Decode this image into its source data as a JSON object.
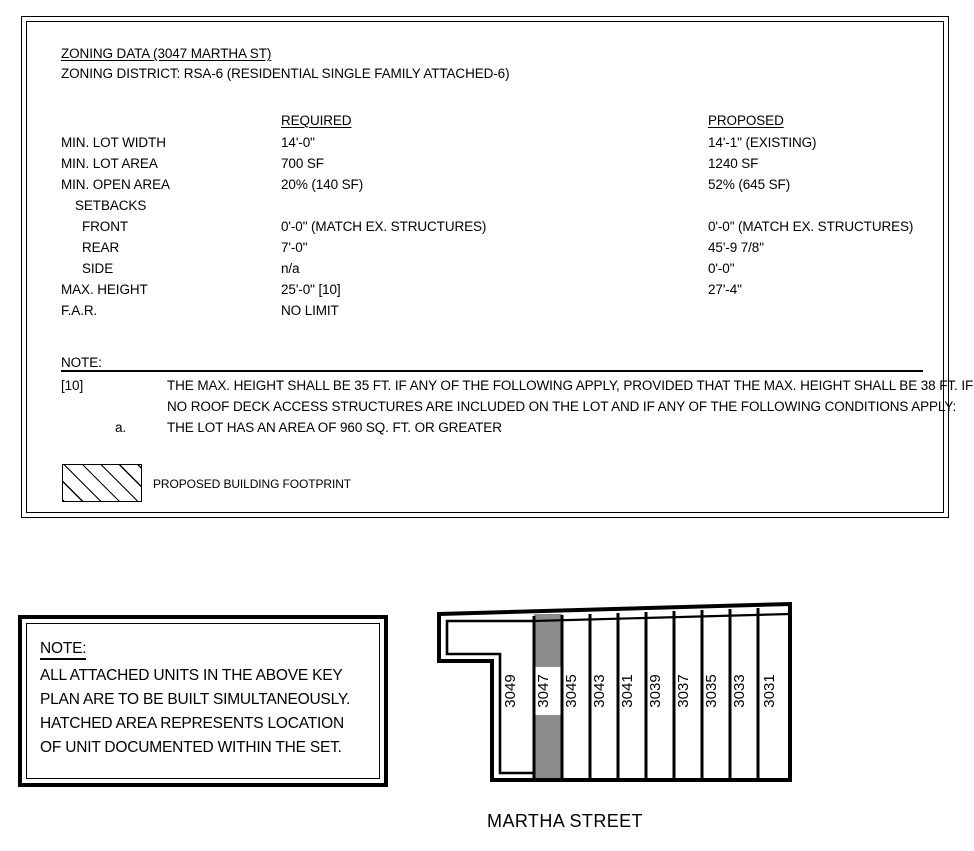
{
  "zoning_panel": {
    "title": "ZONING DATA (3047 MARTHA ST)",
    "district_line": "ZONING DISTRICT:  RSA-6  (RESIDENTIAL SINGLE FAMILY ATTACHED-6)",
    "col_headers": {
      "required": "REQUIRED",
      "proposed": "PROPOSED"
    },
    "rows": [
      {
        "label": "MIN. LOT WIDTH",
        "required": "14'-0\"",
        "proposed": "14'-1\" (EXISTING)"
      },
      {
        "label": "MIN. LOT AREA",
        "required": "700 SF",
        "proposed": "1240 SF"
      },
      {
        "label": "MIN. OPEN AREA",
        "required": "20% (140 SF)",
        "proposed": "52% (645 SF)"
      },
      {
        "label": "SETBACKS",
        "required": "",
        "proposed": ""
      },
      {
        "label": "FRONT",
        "required": "0'-0\" (MATCH EX. STRUCTURES)",
        "proposed": "0'-0\" (MATCH EX. STRUCTURES)"
      },
      {
        "label": "REAR",
        "required": "7'-0\"",
        "proposed": "45'-9 7/8\""
      },
      {
        "label": "SIDE",
        "required": "n/a",
        "proposed": "0'-0\""
      },
      {
        "label": "MAX. HEIGHT",
        "required": "25'-0\" [10]",
        "proposed": "27'-4\""
      },
      {
        "label": "F.A.R.",
        "required": "NO LIMIT",
        "proposed": ""
      }
    ],
    "note": {
      "heading": "NOTE:",
      "tag": "[10]",
      "line1": "THE MAX. HEIGHT SHALL BE 35 FT. IF ANY OF THE FOLLOWING APPLY, PROVIDED THAT THE MAX. HEIGHT SHALL BE  38 FT. IF",
      "line2": "NO ROOF DECK ACCESS STRUCTURES ARE INCLUDED ON THE LOT AND IF ANY OF THE FOLLOWING CONDITIONS APPLY:",
      "sub_tag": "a.",
      "sub_line": "THE LOT HAS AN AREA OF 960 SQ. FT. OR GREATER"
    },
    "legend": {
      "hatch_label": "PROPOSED BUILDING FOOTPRINT"
    }
  },
  "keynote_box": {
    "heading": "NOTE:",
    "lines": [
      "ALL ATTACHED UNITS IN THE ABOVE KEY",
      "PLAN ARE TO BE BUILT SIMULTANEOUSLY.",
      "HATCHED AREA REPRESENTS LOCATION",
      "OF UNIT DOCUMENTED WITHIN THE SET."
    ]
  },
  "key_plan": {
    "street_label": "MARTHA STREET",
    "highlight_color": "#8c8c8c",
    "units": [
      {
        "number": "3049",
        "highlighted": false
      },
      {
        "number": "3047",
        "highlighted": true
      },
      {
        "number": "3045",
        "highlighted": false
      },
      {
        "number": "3043",
        "highlighted": false
      },
      {
        "number": "3041",
        "highlighted": false
      },
      {
        "number": "3039",
        "highlighted": false
      },
      {
        "number": "3037",
        "highlighted": false
      },
      {
        "number": "3035",
        "highlighted": false
      },
      {
        "number": "3033",
        "highlighted": false
      },
      {
        "number": "3031",
        "highlighted": false
      }
    ]
  }
}
